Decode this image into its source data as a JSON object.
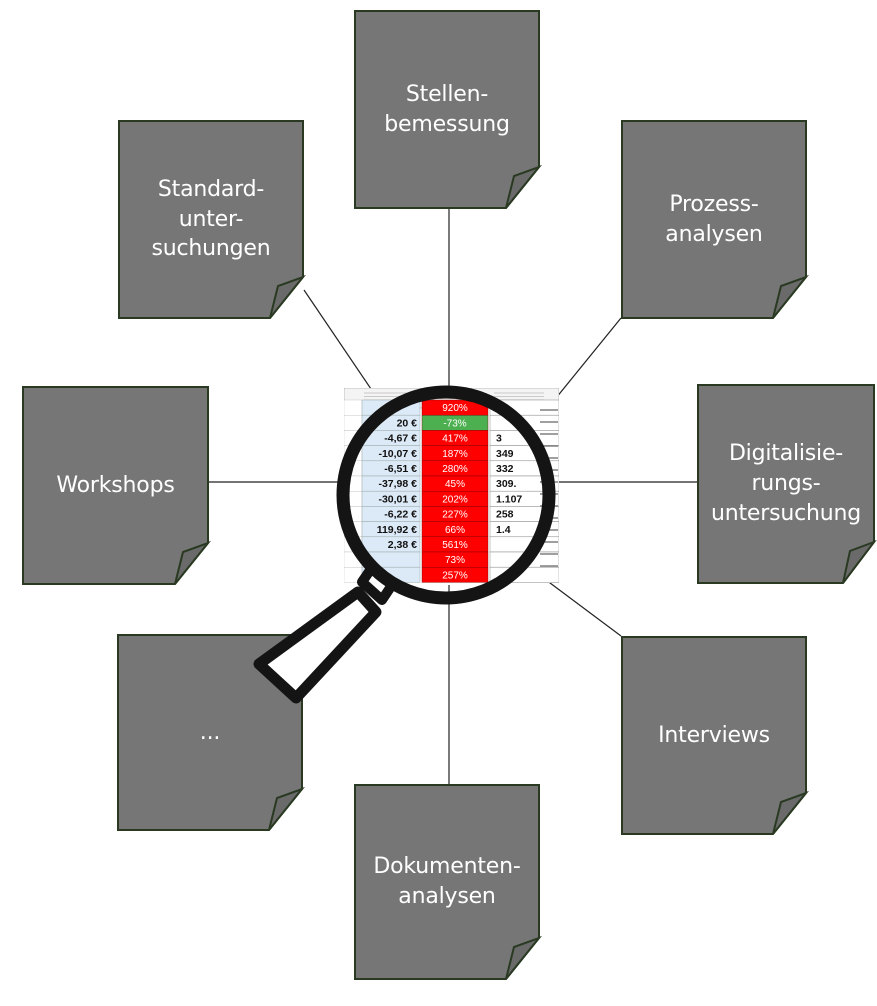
{
  "colors": {
    "note_fill": "#767676",
    "note_stroke": "#2a3a22",
    "note_text": "#ffffff",
    "cell_red": "#ff0000",
    "cell_green": "#4caf50",
    "cell_blue": "#dce9f6",
    "lens_ring": "#141414"
  },
  "notes": [
    {
      "id": "stellenbemessung",
      "label": "Stellen-\nbemessung"
    },
    {
      "id": "standarduntersuchungen",
      "label": "Standard-\nunter-\nsuchungen"
    },
    {
      "id": "prozessanalysen",
      "label": "Prozess-\nanalysen"
    },
    {
      "id": "workshops",
      "label": "Workshops"
    },
    {
      "id": "digitalisierungsuntersuchung",
      "label": "Digitalisie-\nrungs-\nuntersuchung"
    },
    {
      "id": "ellipsis",
      "label": "..."
    },
    {
      "id": "interviews",
      "label": "Interviews"
    },
    {
      "id": "dokumentenanalysen",
      "label": "Dokumenten-\nanalysen"
    }
  ],
  "center_image": {
    "icon": "magnifying-glass-icon",
    "rows": [
      {
        "left": "",
        "pct": "920%",
        "pct_color": "red",
        "right": ""
      },
      {
        "left": "20 €",
        "pct": "-73%",
        "pct_color": "green",
        "right": ""
      },
      {
        "left": "-4,67 €",
        "pct": "417%",
        "pct_color": "red",
        "right": "3"
      },
      {
        "left": "-10,07 €",
        "pct": "187%",
        "pct_color": "red",
        "right": "349"
      },
      {
        "left": "-6,51 €",
        "pct": "280%",
        "pct_color": "red",
        "right": "332"
      },
      {
        "left": "-37,98 €",
        "pct": "45%",
        "pct_color": "red",
        "right": "309."
      },
      {
        "left": "-30,01 €",
        "pct": "202%",
        "pct_color": "red",
        "right": "1.107"
      },
      {
        "left": "-6,22 €",
        "pct": "227%",
        "pct_color": "red",
        "right": "258"
      },
      {
        "left": "119,92 €",
        "pct": "66%",
        "pct_color": "red",
        "right": "1.4"
      },
      {
        "left": "2,38 €",
        "pct": "561%",
        "pct_color": "red",
        "right": ""
      },
      {
        "left": "",
        "pct": "73%",
        "pct_color": "red",
        "right": ""
      },
      {
        "left": "",
        "pct": "257%",
        "pct_color": "red",
        "right": ""
      }
    ]
  }
}
